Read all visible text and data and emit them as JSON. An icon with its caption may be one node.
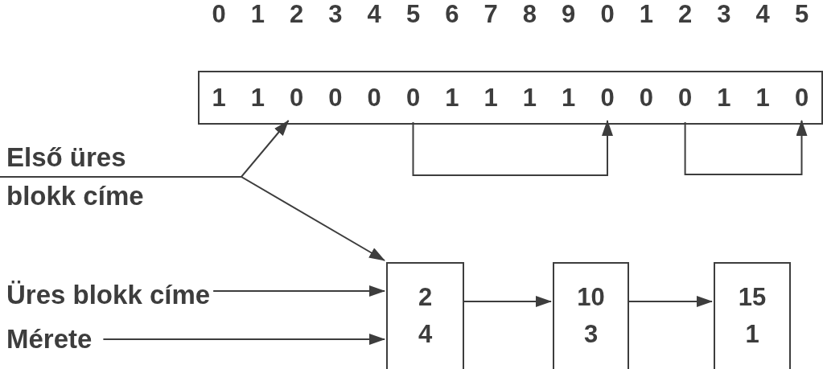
{
  "diagram": {
    "nodes": [
      {
        "text": [],
        "shape": "box"
      },
      {
        "text": [
          "1"
        ],
        "in": 0
      },
      {
        "text": [
          "1"
        ],
        "in": 0
      },
      {
        "text": [
          "0"
        ],
        "in": 0
      },
      {
        "text": [
          "0"
        ],
        "in": 0
      },
      {
        "text": [
          "0"
        ],
        "in": 0
      },
      {
        "text": [
          "0"
        ],
        "in": 0
      },
      {
        "text": [
          "1"
        ],
        "in": 0
      },
      {
        "text": [
          "1"
        ],
        "in": 0
      },
      {
        "text": [
          "1"
        ],
        "in": 0
      },
      {
        "text": [
          "1"
        ],
        "in": 0
      },
      {
        "text": [
          "0"
        ],
        "in": 0
      },
      {
        "text": [
          "0"
        ],
        "in": 0
      },
      {
        "text": [
          "0"
        ],
        "in": 0
      },
      {
        "text": [
          "1"
        ],
        "in": 0
      },
      {
        "text": [
          "1"
        ],
        "in": 0
      },
      {
        "text": [
          "0"
        ],
        "in": 0
      },
      {
        "text": [
          "Első üres blokk címe"
        ]
      },
      {
        "text": [
          "2",
          "4"
        ]
      },
      {
        "text": [
          "10",
          "3"
        ]
      },
      {
        "text": [
          "15",
          "1"
        ]
      },
      {
        "text": [
          "Üres blokk címe"
        ]
      },
      {
        "text": [
          "Mérete"
        ]
      }
    ],
    "edges": [
      {
        "from": 17,
        "to": 3,
        "arrow": "to"
      },
      {
        "from": 17,
        "to": 18,
        "arrow": "to"
      },
      {
        "from": 6,
        "to": 11,
        "arrow": "to"
      },
      {
        "from": 13,
        "to": 16,
        "arrow": "to"
      },
      {
        "from": 18,
        "to": 19,
        "arrow": "to"
      },
      {
        "from": 19,
        "to": 20,
        "arrow": "to"
      },
      {
        "from": 21,
        "to": 18,
        "arrow": "to"
      },
      {
        "from": 22,
        "to": 18,
        "arrow": "to"
      }
    ],
    "labels": [
      "0",
      "1",
      "2",
      "3",
      "4",
      "5",
      "6",
      "7",
      "8",
      "9",
      "0",
      "1",
      "2",
      "3",
      "4",
      "5"
    ]
  }
}
